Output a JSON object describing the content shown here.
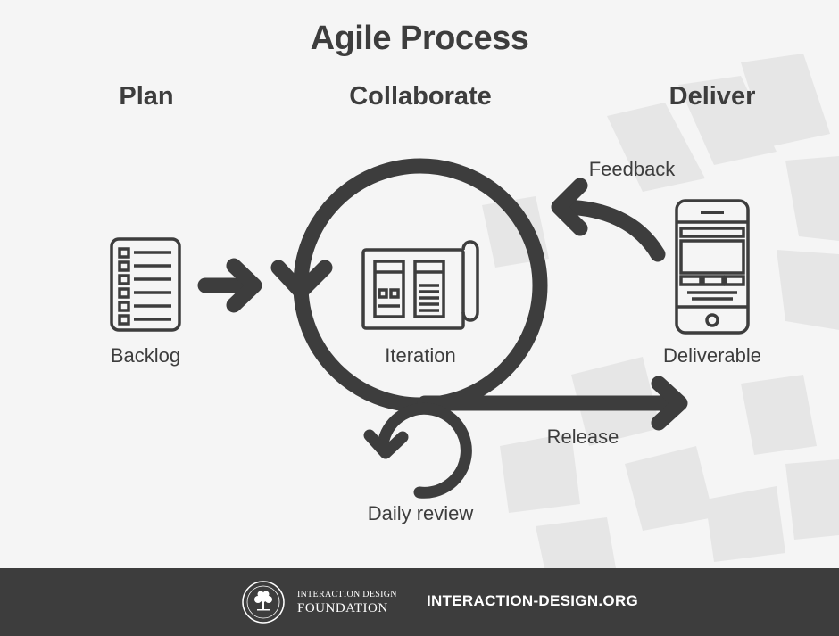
{
  "title": "Agile Process",
  "phases": {
    "plan": "Plan",
    "collaborate": "Collaborate",
    "deliver": "Deliver"
  },
  "nodes": {
    "backlog": "Backlog",
    "iteration": "Iteration",
    "deliverable": "Deliverable",
    "daily_review": "Daily review"
  },
  "flows": {
    "feedback": "Feedback",
    "release": "Release"
  },
  "colors": {
    "ink": "#3d3d3d",
    "background": "#f5f5f5",
    "watermark": "#e4e4e4",
    "footer": "#3d3d3d"
  },
  "footer": {
    "org_line1": "INTERACTION DESIGN",
    "org_line2": "FOUNDATION",
    "website": "INTERACTION-DESIGN.ORG"
  }
}
